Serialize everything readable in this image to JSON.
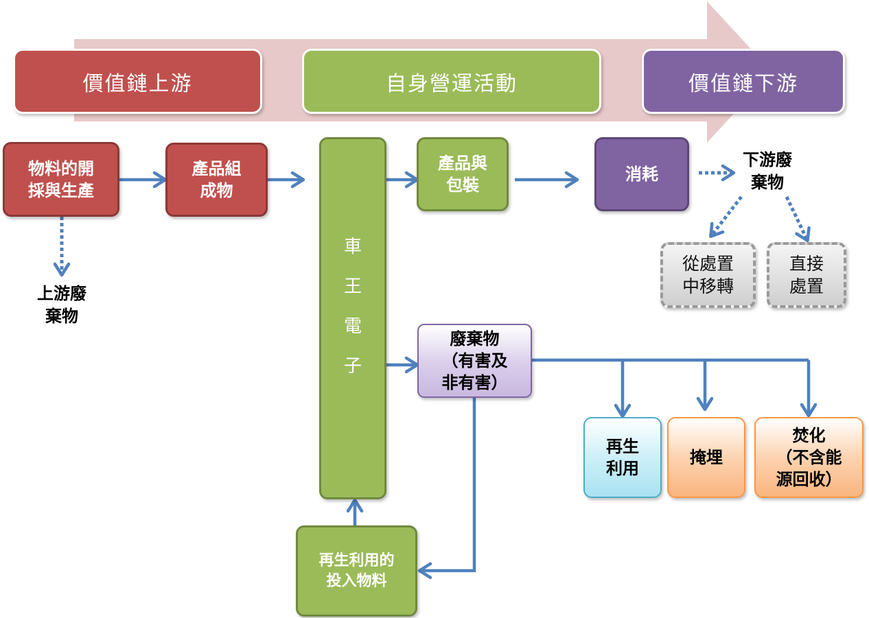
{
  "headers": {
    "upstream": "價值鏈上游",
    "operations": "自身營運活動",
    "downstream": "價值鏈下游"
  },
  "nodes": {
    "raw_materials": "物料的開\n採與生產",
    "components": "產品組\n成物",
    "company": [
      "車",
      "王",
      "電",
      "子"
    ],
    "product_packaging": "產品與\n包裝",
    "consumption": "消耗",
    "waste": "廢棄物\n（有害及\n非有害）",
    "recycled_input": "再生利用的\n投入物料",
    "upstream_waste": "上游廢\n棄物",
    "downstream_waste": "下游廢\n棄物",
    "diverted": "從處置\n中移轉",
    "direct_disposal": "直接\n處置",
    "recycle": "再生\n利用",
    "landfill": "掩埋",
    "incineration": "焚化\n（不含能\n源回收）"
  },
  "colors": {
    "upstream": "#c0504d",
    "operations": "#9bbb59",
    "downstream": "#8064a2",
    "connector": "#4f81bd",
    "banner_arrow": "#e8c9c9"
  }
}
